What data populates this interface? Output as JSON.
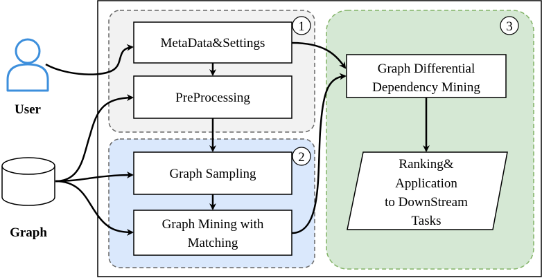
{
  "actors": {
    "user": "User",
    "graph": "Graph"
  },
  "groups": {
    "group1_number": "1",
    "group2_number": "2",
    "group3_number": "3"
  },
  "nodes": {
    "metadata": "MetaData&Settings",
    "preprocessing": "PreProcessing",
    "sampling": "Graph Sampling",
    "mining_line1": "Graph Mining with",
    "mining_line2": "Matching",
    "gdd_line1": "Graph Differential",
    "gdd_line2": "Dependency Mining",
    "ranking_line1": "Ranking&",
    "ranking_line2": "Application",
    "ranking_line3": "to DownStream",
    "ranking_line4": "Tasks"
  },
  "colors": {
    "group1_fill": "#f2f2f2",
    "group2_fill": "#dae8fc",
    "group3_fill": "#d5e8d4",
    "user_icon": "#3d8fdc",
    "group_border": "#666666",
    "group3_border": "#82b366"
  }
}
